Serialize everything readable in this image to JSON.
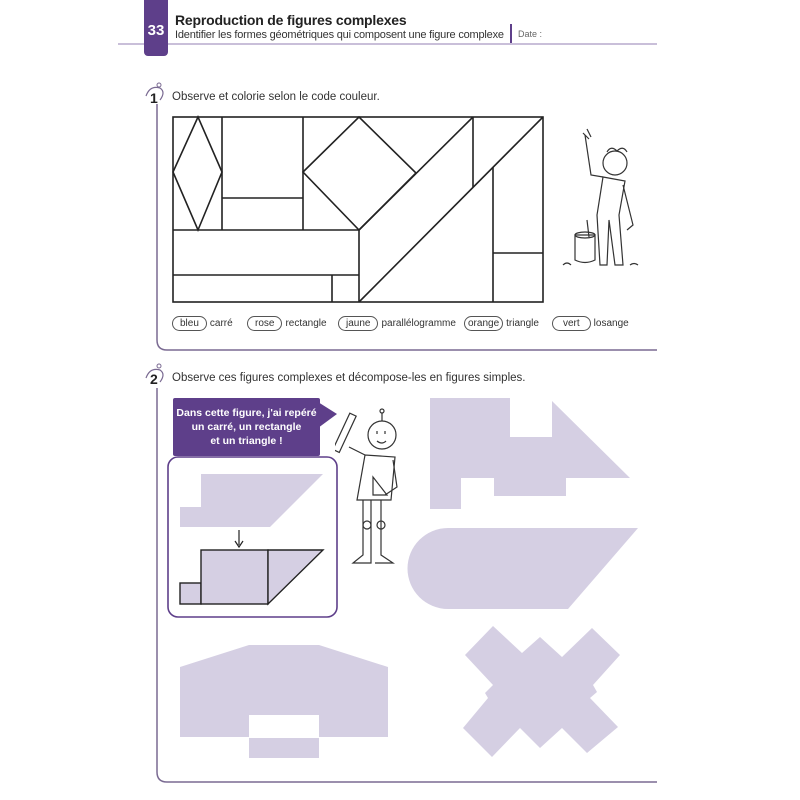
{
  "header": {
    "lesson_number": "33",
    "title": "Reproduction de figures complexes",
    "subtitle": "Identifier les formes géométriques qui composent une figure complexe",
    "date_label": "Date :",
    "accent_color": "#5e3f8a"
  },
  "exercise1": {
    "number": "1",
    "instruction": "Observe et colorie selon le code couleur.",
    "color_code": [
      {
        "color": "bleu",
        "shape": "carré"
      },
      {
        "color": "rose",
        "shape": "rectangle"
      },
      {
        "color": "jaune",
        "shape": "parallélogramme"
      },
      {
        "color": "orange",
        "shape": "triangle"
      },
      {
        "color": "vert",
        "shape": "losange"
      }
    ],
    "illustration": "girl-painting-icon"
  },
  "exercise2": {
    "number": "2",
    "instruction": "Observe ces figures complexes et décompose-les en figures simples.",
    "speech_bubble": "Dans cette figure, j'ai repéré un carré, un rectangle et un triangle !",
    "speech_lines": [
      "Dans cette figure, j'ai repéré",
      "un carré, un rectangle",
      "et un triangle !"
    ],
    "shape_fill": "#d5cfe3",
    "illustration": "robot-with-ruler-icon"
  }
}
